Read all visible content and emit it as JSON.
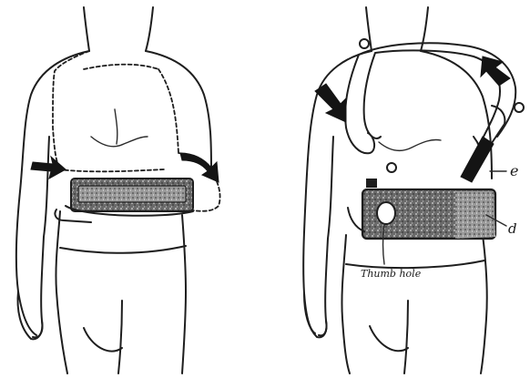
{
  "labels": {
    "d": "d",
    "e": "e",
    "thumb_hole": "Thumb hole"
  },
  "colors": {
    "ink": "#1e1e1e",
    "paper": "#ffffff",
    "pad_fill": "#5a5a5a"
  }
}
